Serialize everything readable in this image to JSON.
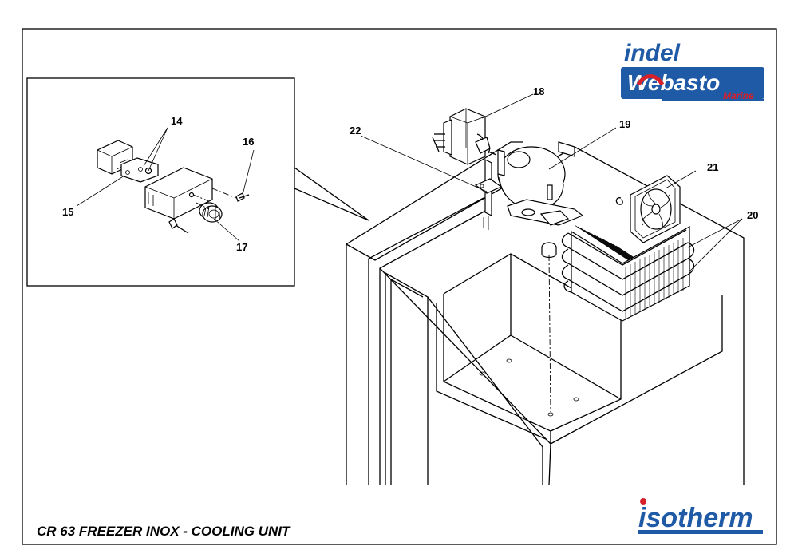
{
  "caption": "CR 63 FREEZER INOX - COOLING UNIT",
  "brand_top": {
    "line1": "indel",
    "line2": "Webasto",
    "sub": "Marine",
    "color_blue": "#1f5aa6",
    "color_red": "#d6202a"
  },
  "brand_bottom": {
    "name": "isotherm",
    "color_blue": "#1f5aa6",
    "color_red": "#d6202a"
  },
  "callouts": {
    "p14": "14",
    "p15": "15",
    "p16": "16",
    "p17": "17",
    "p18": "18",
    "p19": "19",
    "p20": "20",
    "p21": "21",
    "p22": "22"
  }
}
